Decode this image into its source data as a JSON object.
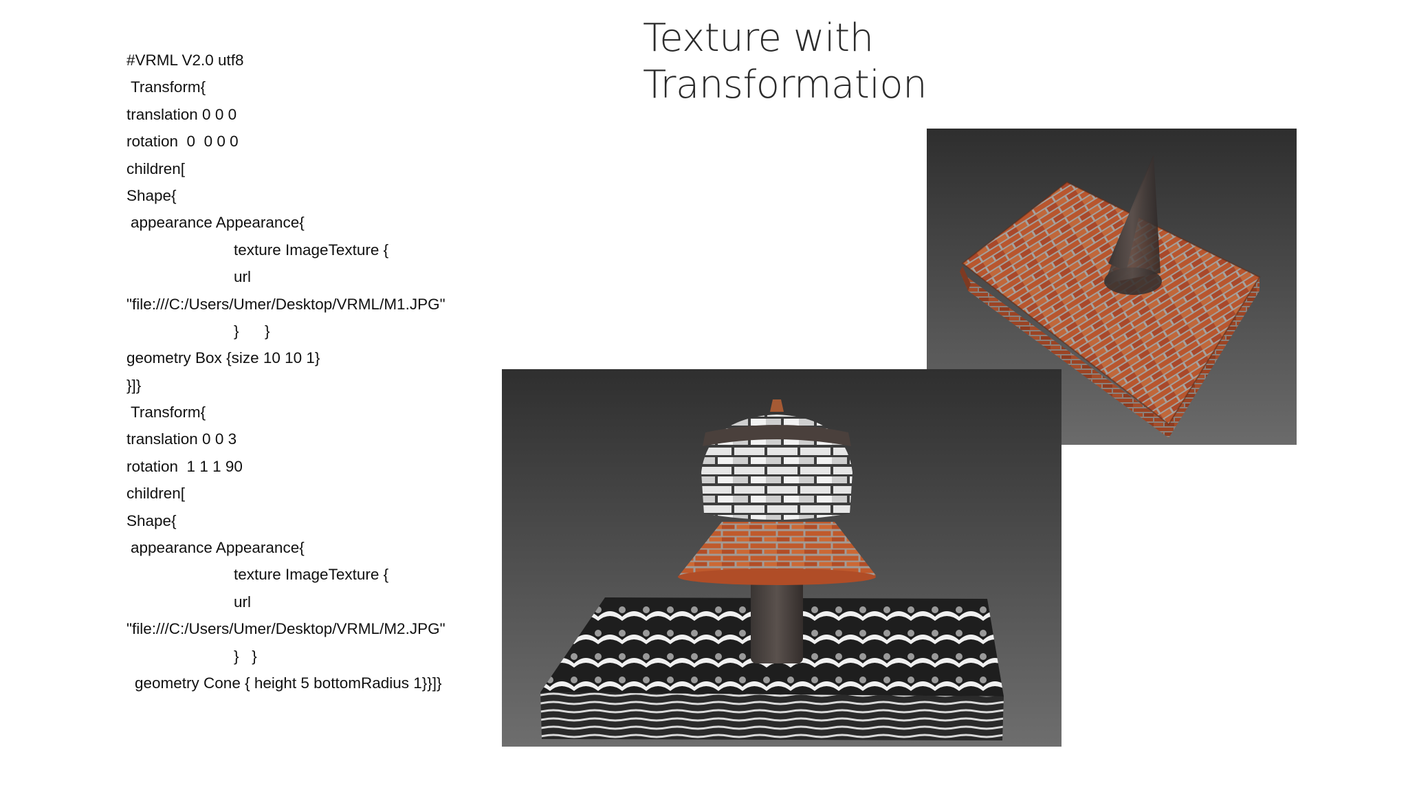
{
  "slide": {
    "title_lines": [
      "Texture with",
      "Transformation"
    ],
    "code_lines": [
      "#VRML V2.0 utf8",
      "Transform{",
      "translation 0 0 0",
      "rotation  0  0 0 0",
      "children[",
      "Shape{",
      "appearance Appearance{",
      "texture ImageTexture {",
      "url",
      "\"file:///C:/Users/Umer/Desktop/VRML/M1.JPG\"",
      "}      }",
      "geometry Box {size 10 10 1}",
      "}]}",
      "Transform{",
      "translation 0 0 3",
      "rotation  1 1 1 90",
      "children[",
      "Shape{",
      "appearance Appearance{",
      "texture ImageTexture {",
      "url",
      "\"file:///C:/Users/Umer/Desktop/VRML/M2.JPG\"",
      "}   }",
      "geometry Cone { height 5 bottomRadius 1}}]}"
    ]
  },
  "colors": {
    "background": "#ffffff",
    "text": "#111111",
    "brick": "#b5532a",
    "mortar": "#9a8f8a",
    "render_bg_dark": "#333333",
    "render_bg_light": "#6a6a6a"
  }
}
